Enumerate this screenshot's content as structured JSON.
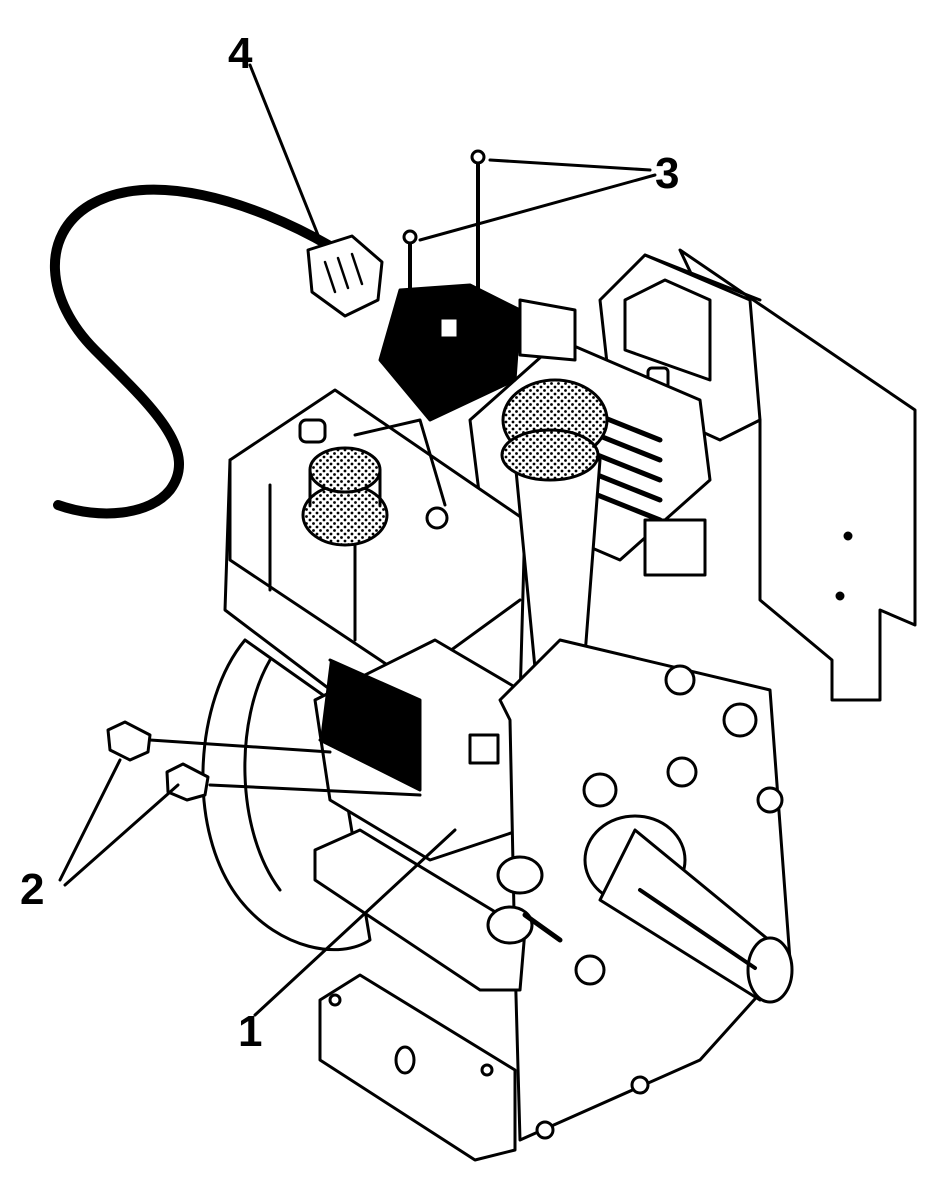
{
  "figure": {
    "callouts": [
      {
        "id": "4",
        "text": "4"
      },
      {
        "id": "3",
        "text": "3"
      },
      {
        "id": "2",
        "text": "2"
      },
      {
        "id": "1",
        "text": "1"
      }
    ],
    "colors": {
      "ink": "#000000",
      "paper": "#ffffff",
      "screen": "#cfcfcf"
    }
  }
}
